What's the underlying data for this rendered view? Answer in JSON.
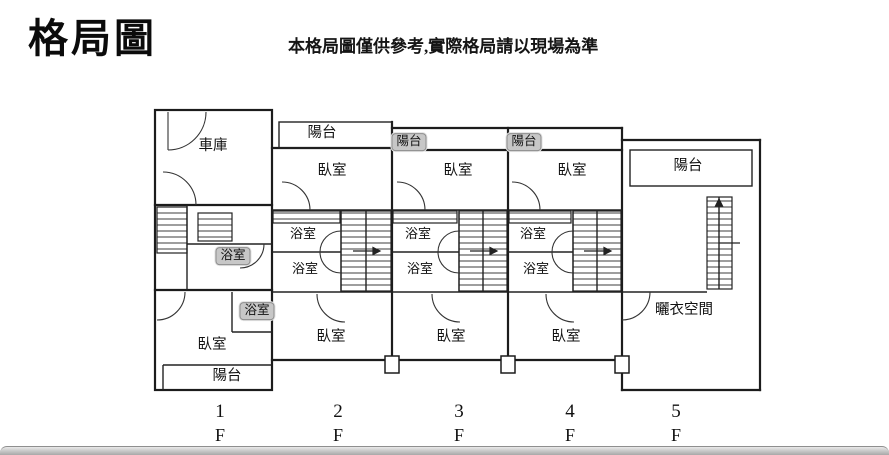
{
  "header": {
    "title": "格局圖",
    "disclaimer": "本格局圖僅供參考,實際格局請以現場為準"
  },
  "plan": {
    "labels": [
      {
        "id": "garage-1f",
        "text": "車庫"
      },
      {
        "id": "balcony-2f-front",
        "text": "陽台"
      },
      {
        "id": "balcony-3f-front",
        "text": "陽台",
        "highlighted": true
      },
      {
        "id": "balcony-4f-front",
        "text": "陽台",
        "highlighted": true
      },
      {
        "id": "balcony-5f",
        "text": "陽台"
      },
      {
        "id": "bedroom-2f-front",
        "text": "臥室"
      },
      {
        "id": "bedroom-3f-front",
        "text": "臥室"
      },
      {
        "id": "bedroom-4f-front",
        "text": "臥室"
      },
      {
        "id": "bathroom-1f-upper",
        "text": "浴室",
        "highlighted": true
      },
      {
        "id": "bathroom-2f-upper",
        "text": "浴室"
      },
      {
        "id": "bathroom-2f-lower",
        "text": "浴室"
      },
      {
        "id": "bathroom-3f-upper",
        "text": "浴室"
      },
      {
        "id": "bathroom-3f-lower",
        "text": "浴室"
      },
      {
        "id": "bathroom-4f-upper",
        "text": "浴室"
      },
      {
        "id": "bathroom-4f-lower",
        "text": "浴室"
      },
      {
        "id": "bathroom-1f-lower",
        "text": "浴室",
        "highlighted": true
      },
      {
        "id": "bedroom-1f",
        "text": "臥室"
      },
      {
        "id": "bedroom-2f-rear",
        "text": "臥室"
      },
      {
        "id": "bedroom-3f-rear",
        "text": "臥室"
      },
      {
        "id": "bedroom-4f-rear",
        "text": "臥室"
      },
      {
        "id": "balcony-1f-rear",
        "text": "陽台"
      },
      {
        "id": "drying-space-5f",
        "text": "曬衣空間"
      }
    ],
    "floors": [
      {
        "number": "1",
        "suffix": "F"
      },
      {
        "number": "2",
        "suffix": "F"
      },
      {
        "number": "3",
        "suffix": "F"
      },
      {
        "number": "4",
        "suffix": "F"
      },
      {
        "number": "5",
        "suffix": "F"
      }
    ]
  }
}
